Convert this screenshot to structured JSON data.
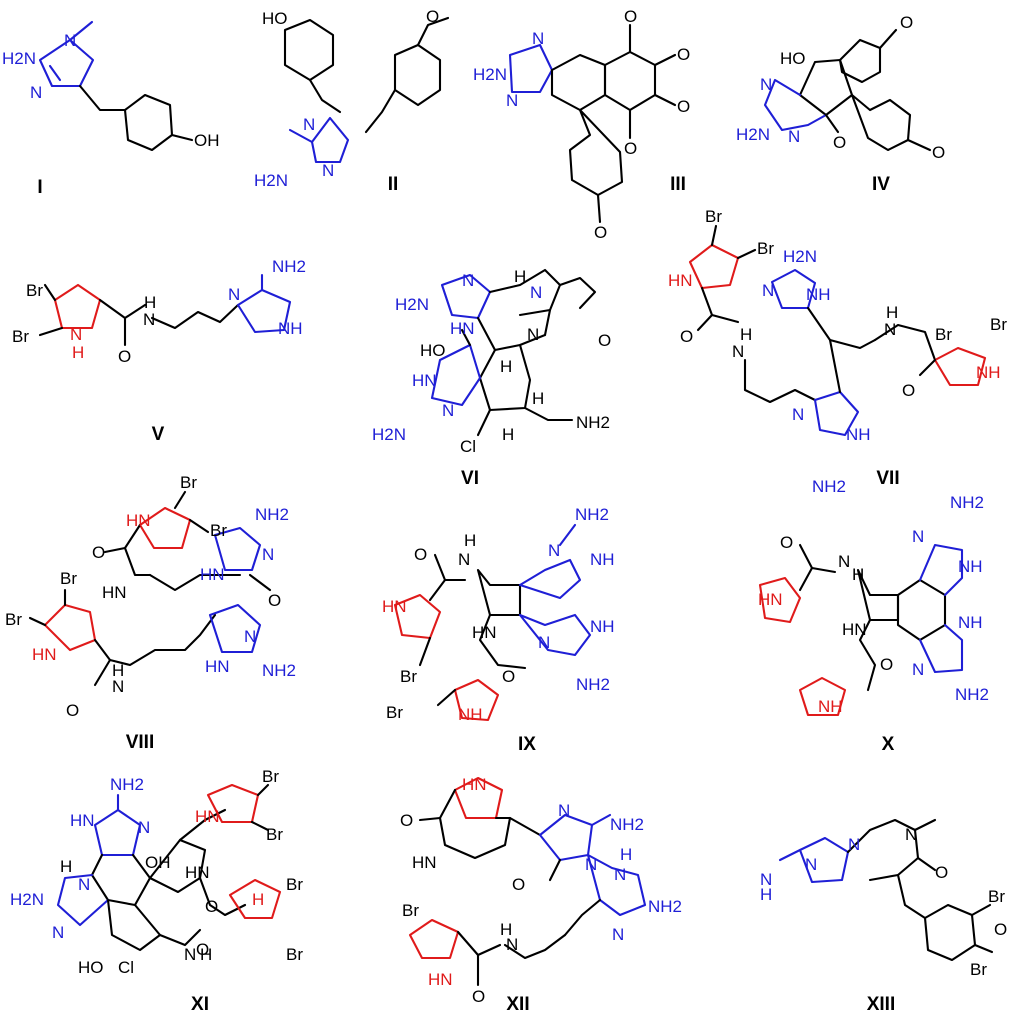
{
  "colors": {
    "bond": "#000000",
    "imidazole": "#1f1fd6",
    "pyrrole": "#e01b1b"
  },
  "compounds": [
    {
      "label": "I",
      "atoms": [
        "H2N",
        "N",
        "N",
        "OH"
      ]
    },
    {
      "label": "II",
      "atoms": [
        "HO",
        "O",
        "N",
        "H2N",
        "N"
      ]
    },
    {
      "label": "III",
      "atoms": [
        "N",
        "H2N",
        "N",
        "O",
        "O",
        "O",
        "O",
        "O"
      ]
    },
    {
      "label": "IV",
      "atoms": [
        "HO",
        "N",
        "H2N",
        "N",
        "O",
        "O",
        "O"
      ]
    },
    {
      "label": "V",
      "atoms": [
        "Br",
        "Br",
        "N",
        "H",
        "O",
        "H",
        "N",
        "NH2",
        "N",
        "NH"
      ]
    },
    {
      "label": "VI",
      "atoms": [
        "H",
        "N",
        "H2N",
        "N",
        "HN",
        "O",
        "N",
        "HO",
        "H",
        "HN",
        "N",
        "H2N",
        "Cl",
        "H",
        "H",
        "NH2"
      ]
    },
    {
      "label": "VII",
      "atoms": [
        "Br",
        "Br",
        "HN",
        "O",
        "H",
        "N",
        "H2N",
        "N",
        "NH",
        "H",
        "N",
        "Br",
        "Br",
        "O",
        "NH",
        "N",
        "NH",
        "NH2"
      ]
    },
    {
      "label": "VIII",
      "atoms": [
        "Br",
        "HN",
        "Br",
        "NH2",
        "HN",
        "N",
        "O",
        "O",
        "HN",
        "Br",
        "Br",
        "HN",
        "O",
        "N",
        "H",
        "N",
        "HN",
        "NH2"
      ]
    },
    {
      "label": "IX",
      "atoms": [
        "O",
        "H",
        "N",
        "NH2",
        "N",
        "NH",
        "HN",
        "Br",
        "HN",
        "N",
        "NH",
        "O",
        "NH2",
        "Br",
        "NH"
      ]
    },
    {
      "label": "X",
      "atoms": [
        "O",
        "N",
        "H",
        "NH2",
        "N",
        "NH",
        "HN",
        "HN",
        "O",
        "NH",
        "N",
        "NH2",
        "NH"
      ]
    },
    {
      "label": "XI",
      "atoms": [
        "NH2",
        "HN",
        "N",
        "H",
        "OH",
        "Br",
        "HN",
        "Br",
        "HN",
        "H2N",
        "N",
        "O",
        "N",
        "H",
        "Br",
        "O",
        "N",
        "HO",
        "Cl",
        "H",
        "Br"
      ]
    },
    {
      "label": "XII",
      "atoms": [
        "HN",
        "O",
        "HN",
        "N",
        "NH2",
        "N",
        "O",
        "H",
        "N",
        "NH2",
        "N",
        "Br",
        "HN",
        "N",
        "H",
        "O"
      ]
    },
    {
      "label": "XIII",
      "atoms": [
        "N",
        "N",
        "O",
        "Br",
        "N",
        "N",
        "H",
        "O",
        "Br"
      ]
    }
  ]
}
